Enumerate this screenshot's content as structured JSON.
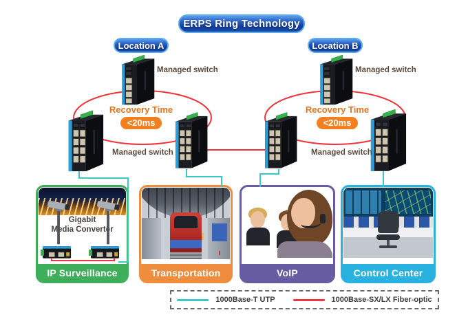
{
  "title": "ERPS Ring Technology",
  "locations": {
    "a": "Location A",
    "b": "Location B"
  },
  "ring": {
    "recovery_label": "Recovery Time",
    "recovery_value": "<20ms"
  },
  "switch_label": "Managed switch",
  "media_converter": {
    "line1": "Gigabit",
    "line2": "Media Converter"
  },
  "panels": [
    {
      "label": "IP Surveillance",
      "color": "#3fae5a"
    },
    {
      "label": "Transportation",
      "color": "#ef8c3d"
    },
    {
      "label": "VoIP",
      "color": "#675ba2"
    },
    {
      "label": "Control Center",
      "color": "#29b2e0"
    }
  ],
  "legend": {
    "items": [
      {
        "label": "1000Base-T UTP",
        "color": "#3bc8c9"
      },
      {
        "label": "1000Base-SX/LX Fiber-optic",
        "color": "#f0383d"
      }
    ]
  },
  "colors": {
    "ring_fiber": "#ef3338",
    "utp": "#3bc8c9",
    "recovery_orange": "#f28020",
    "pill_blue": "#113e9c"
  }
}
